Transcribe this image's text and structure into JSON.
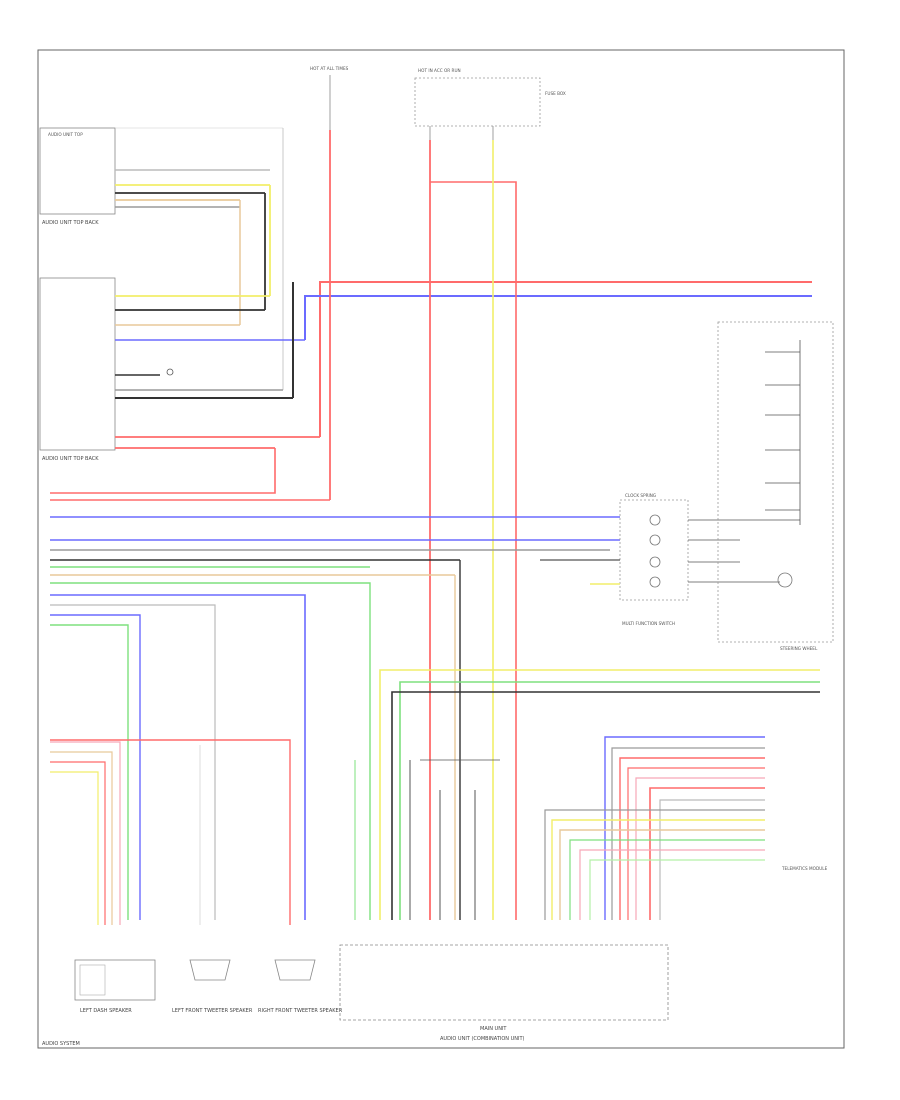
{
  "diagram": {
    "components": {
      "audio_unit_top": {
        "title": "AUDIO UNIT TOP",
        "caption": "AUDIO UNIT TOP BACK"
      },
      "audio_unit_mid": {
        "caption": "AUDIO UNIT TOP BACK"
      },
      "fuse_hot_1": "HOT AT ALL TIMES",
      "fuse_hot_2": "HOT IN ACC OR RUN",
      "fuse_box": "FUSE BOX",
      "steering_wheel": "STEERING WHEEL",
      "clock_spring": "CLOCK SPRING",
      "multi_function_switch": "MULTI FUNCTION SWITCH",
      "left_dash_speaker": "LEFT DASH SPEAKER",
      "left_front_speaker": "LEFT FRONT TWEETER SPEAKER",
      "right_front_speaker": "RIGHT FRONT TWEETER SPEAKER",
      "main_unit": "MAIN UNIT",
      "main_unit_sub": "AUDIO UNIT (COMBINATION UNIT)",
      "telematics": "TELEMATICS MODULE",
      "footer": "AUDIO SYSTEM"
    },
    "wire_colors": {
      "red": "#ff6b6b",
      "blue": "#6b6bff",
      "yellow": "#f2ee6a",
      "green": "#7ee07e",
      "gray": "#9a9a9a",
      "black": "#333333",
      "tan": "#e8c99a",
      "pink": "#f7a8b8",
      "lightgreen": "#b4f0a8"
    }
  }
}
